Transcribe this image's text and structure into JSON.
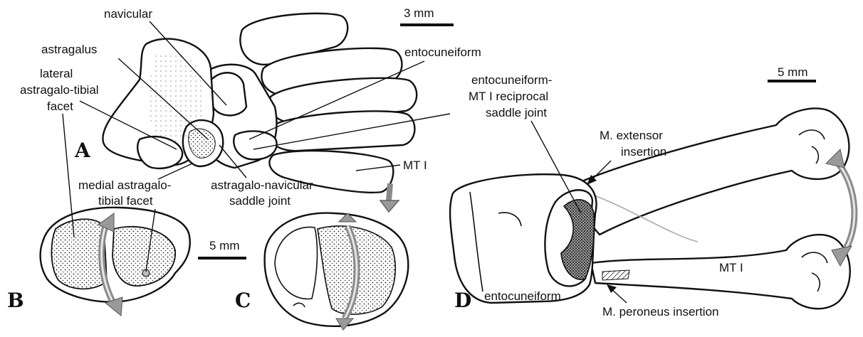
{
  "figure": {
    "panels": {
      "a": "A",
      "b": "B",
      "c": "C",
      "d": "D"
    },
    "scale_bars": {
      "a": "3 mm",
      "bc": "5 mm",
      "d": "5 mm"
    },
    "labels": {
      "navicular": "navicular",
      "astragalus": "astragalus",
      "lateral_line1": "lateral",
      "lateral_line2": "astragalo-tibial",
      "lateral_line3": "facet",
      "entocuneiform_a": "entocuneiform",
      "mt1_a": "MT I",
      "medial_line1": "medial astragalo-",
      "medial_line2": "tibial facet",
      "astnav_line1": "astragalo-navicular",
      "astnav_line2": "saddle joint",
      "ecmt_line1": "entocuneiform-",
      "ecmt_line2": "MT I reciprocal",
      "ecmt_line3": "saddle joint",
      "extensor_line1": "M. extensor",
      "extensor_line2": "insertion",
      "entocuneiform_d": "entocuneiform",
      "mt1_d": "MT I",
      "peroneus": "M. peroneus insertion"
    }
  }
}
